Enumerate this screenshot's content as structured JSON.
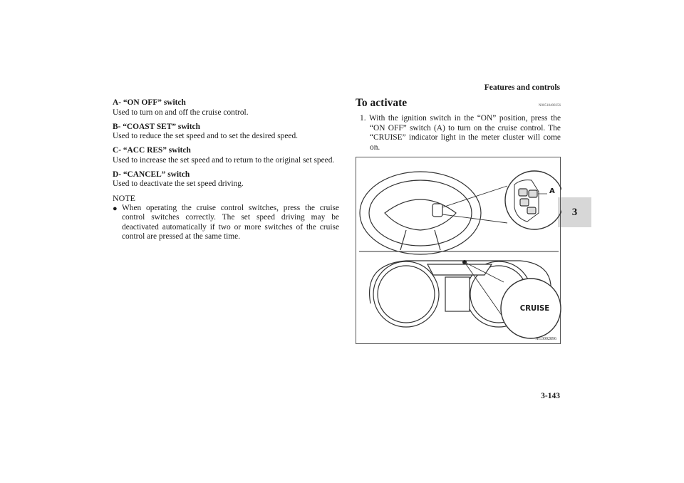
{
  "header": {
    "section_title": "Features and controls",
    "page_number": "3-143",
    "chapter_tab": "3"
  },
  "left_items": [
    {
      "title": "A- “ON OFF” switch",
      "desc": "Used to turn on and off the cruise control."
    },
    {
      "title": "B- “COAST SET” switch",
      "desc": "Used to reduce the set speed and to set the desired speed."
    },
    {
      "title": "C- “ACC RES” switch",
      "desc": "Used to increase the set speed and to return to the original set speed."
    },
    {
      "title": "D- “CANCEL” switch",
      "desc": "Used to deactivate the set speed driving."
    }
  ],
  "note": {
    "title": "NOTE",
    "bullet": "When operating the cruise control switches, press the cruise control switches correctly. The set speed driving may be deactivated automatically if two or more switches of the cruise control are pressed at the same time."
  },
  "activate": {
    "heading": "To activate",
    "code": "N00518400356",
    "step1": "1. With the ignition switch in the “ON” position, press the “ON OFF” switch (A) to turn on the cruise control. The “CRUISE” indicator light in the meter cluster will come on."
  },
  "figure": {
    "code": "AG3002896",
    "cruise_label": "CRUISE",
    "switch_label": "A"
  }
}
